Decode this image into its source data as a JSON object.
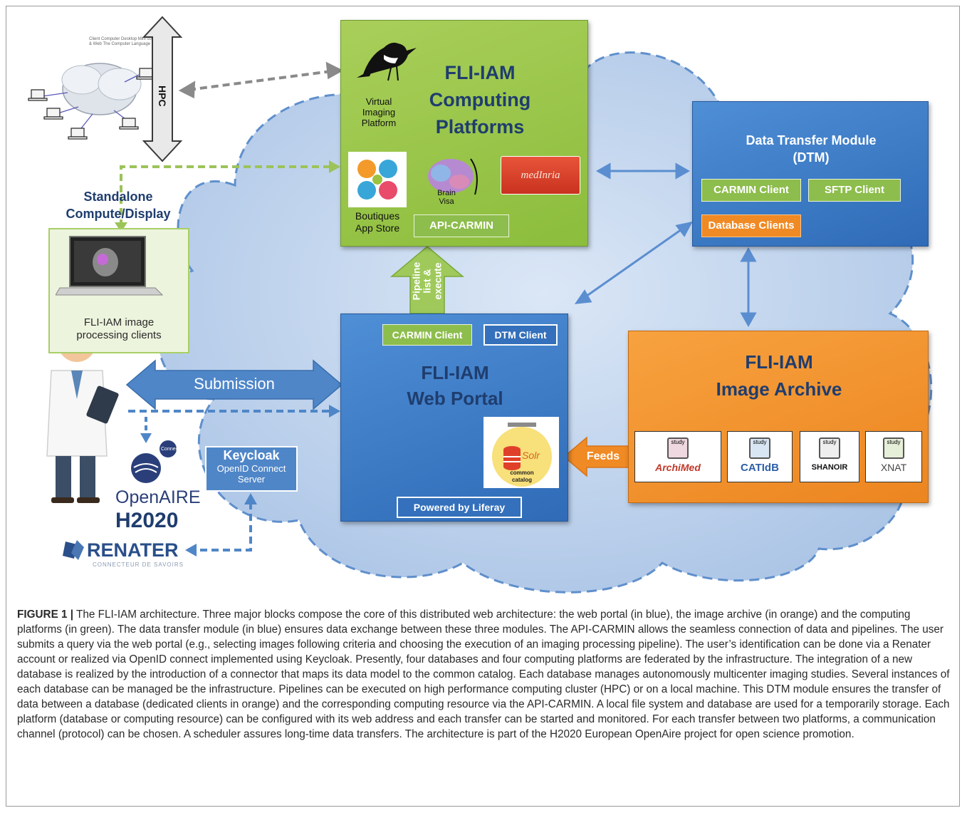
{
  "figure": {
    "label": "FIGURE 1 |",
    "caption": " The FLI-IAM architecture. Three major blocks compose the core of this distributed web architecture: the web portal (in blue), the image archive (in orange) and the computing platforms (in green). The data transfer module (in blue) ensures data exchange between these three modules. The API-CARMIN allows the seamless connection of data and pipelines. The user submits a query via the web portal (e.g., selecting images following criteria and choosing the execution of an imaging processing pipeline). The user’s identification can be done via a Renater account or realized via OpenID connect implemented using Keycloak. Presently, four databases and four computing platforms are federated by the infrastructure. The integration of a new database is realized by the introduction of a connector that maps its data model to the common catalog. Each database manages autonomously multicenter imaging studies. Several instances of each database can be managed be the infrastructure. Pipelines can be executed on high performance computing cluster (HPC) or on a local machine. This DTM module ensures the transfer of data between a database (dedicated clients in orange) and the corresponding computing resource via the API-CARMIN. A local file system and database are used for a temporarily storage. Each platform (database or computing resource) can be configured with its web address and each transfer can be started and monitored. For each transfer between two platforms, a communication channel (protocol) can be chosen. A scheduler assures long-time data transfers. The architecture is part of the H2020 European OpenAire project for open science promotion."
  },
  "hpc": {
    "label": "HPC"
  },
  "computing": {
    "title_line1": "FLI-IAM",
    "title_line2": "Computing",
    "title_line3": "Platforms",
    "vip_label": "Virtual\nImaging\nPlatform",
    "boutiques_label": "Boutiques\nApp Store",
    "brainvisa_label": "Brain\nVisa",
    "medinria_label": "medInria",
    "api_carmin": "API-CARMIN"
  },
  "dtm": {
    "title_line1": "Data Transfer Module",
    "title_line2": "(DTM)",
    "carmin_client": "CARMIN Client",
    "sftp_client": "SFTP Client",
    "database_clients": "Database Clients"
  },
  "standalone": {
    "title_line1": "Standalone",
    "title_line2": "Compute/Display",
    "clients_line1": "FLI-IAM image",
    "clients_line2": "processing clients"
  },
  "pipeline_arrow": {
    "line1": "Pipeline",
    "line2": "list &",
    "line3": "execute"
  },
  "portal": {
    "title_line1": "FLI-IAM",
    "title_line2": "Web Portal",
    "carmin_client": "CARMIN Client",
    "dtm_client": "DTM Client",
    "solr_label": "Solr",
    "solr_sub1": "common",
    "solr_sub2": "catalog",
    "powered_by": "Powered by Liferay"
  },
  "archive": {
    "title_line1": "FLI-IAM",
    "title_line2": "Image Archive",
    "db1": "ArchiMed",
    "db2": "CATIdB",
    "db3": "SHANOIR",
    "db4": "XNAT",
    "study": "study"
  },
  "submission": {
    "label": "Submission"
  },
  "feeds": {
    "label": "Feeds"
  },
  "keycloak": {
    "line1": "Keycloak",
    "line2": "OpenID Connect",
    "line3": "Server"
  },
  "openaire": {
    "brand": "OpenAIRE",
    "sub": "Connect",
    "h2020": "H2020"
  },
  "renater": {
    "brand": "RENATER",
    "sub": "CONNECTEUR DE SAVOIRS"
  },
  "colors": {
    "green_block": "#8cbd3c",
    "blue_block": "#2f6bb7",
    "orange_block": "#ec8520",
    "cloud": "#b7cde9",
    "title_navy": "#1f3d6e"
  }
}
